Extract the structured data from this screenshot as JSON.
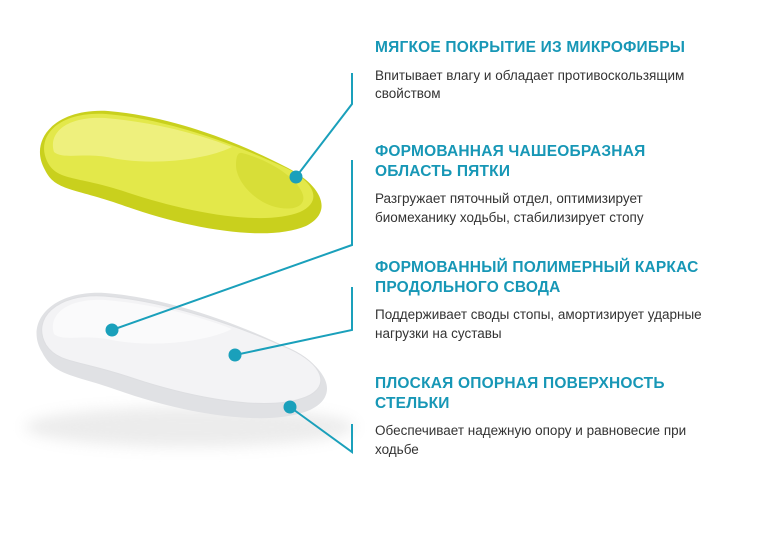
{
  "page": {
    "background": "#ffffff"
  },
  "colors": {
    "accent_teal": "#1797b6",
    "connector_teal": "#1aa0bb",
    "insole_top_yellow": "#e3e84a",
    "insole_top_yellow_light": "#eef07d",
    "insole_top_yellow_dark": "#c9d01d",
    "insole_base_white": "#f3f3f5",
    "body_text": "#333333"
  },
  "callouts": [
    {
      "id": "microfiber-cover",
      "title": "МЯГКОЕ ПОКРЫТИЕ ИЗ МИКРОФИБРЫ",
      "description": "Впитывает влагу и обладает противоскользящим свойством"
    },
    {
      "id": "heel-cup",
      "title": "ФОРМОВАННАЯ ЧАШЕОБРАЗНАЯ ОБЛАСТЬ ПЯТКИ",
      "description": "Разгружает пяточный отдел, оптимизирует биомеханику ходьбы, стабилизирует стопу"
    },
    {
      "id": "arch-frame",
      "title": "ФОРМОВАННЫЙ ПОЛИМЕРНЫЙ КАРКАС ПРОДОЛЬНОГО СВОДА",
      "description": "Поддерживает своды стопы, амортизирует ударные нагрузки на суставы"
    },
    {
      "id": "flat-base",
      "title": "ПЛОСКАЯ ОПОРНАЯ ПОВЕРХНОСТЬ СТЕЛЬКИ",
      "description": "Обеспечивает надежную опору и равновесие при ходьбе"
    }
  ]
}
